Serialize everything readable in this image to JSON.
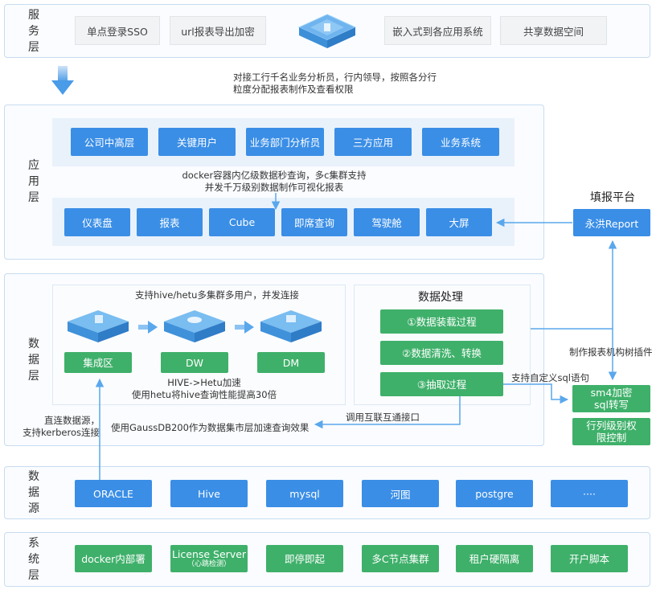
{
  "service_layer": {
    "label": "服务层",
    "items": [
      "单点登录SSO",
      "url报表导出加密",
      "嵌入式到各应用系统",
      "共享数据空间"
    ]
  },
  "note_service": "对接工行千名业务分析员，行内领导，按照各分行粒度分配报表制作及查看权限",
  "app_layer": {
    "label": "应用层",
    "users": [
      "公司中高层",
      "关键用户",
      "业务部门分析员",
      "三方应用",
      "业务系统"
    ],
    "note": "docker容器内亿级数据秒查询，多c集群支持并发千万级别数据制作可视化报表",
    "products": [
      "仪表盘",
      "报表",
      "Cube",
      "即席查询",
      "驾驶舱",
      "大屏"
    ]
  },
  "fill_platform": {
    "title": "填报平台",
    "item": "永洪Report"
  },
  "data_layer": {
    "label": "数据层",
    "multi_cluster_note": "支持hive/hetu多集群多用户，并发连接",
    "zones": [
      "集成区",
      "DW",
      "DM"
    ],
    "hetu_note": "HIVE->Hetu加速\n使用hetu将hive查询性能提高30倍",
    "processing": {
      "title": "数据处理",
      "steps": [
        "①数据装载过程",
        "②数据清洗、转换",
        "③抽取过程"
      ]
    },
    "interface_note": "调用互联互通接口",
    "gaussdb_note": "使用GaussDB200作为数据集市层加速查询效果",
    "direct_note": "直连数据源，\n支持kerberos连接"
  },
  "right_side": {
    "plugin_note": "制作报表机构树插件",
    "sql_note": "支持自定义sql语句",
    "boxes": [
      "sm4加密\nsql转写",
      "行列级别权\n限控制"
    ]
  },
  "source_layer": {
    "label": "数据源",
    "items": [
      "ORACLE",
      "Hive",
      "mysql",
      "河图",
      "postgre",
      "····"
    ]
  },
  "system_layer": {
    "label": "系统层",
    "items": [
      {
        "main": "docker内部署",
        "sub": ""
      },
      {
        "main": "License Server",
        "sub": "（心跳检测）"
      },
      {
        "main": "即停即起",
        "sub": ""
      },
      {
        "main": "多C节点集群",
        "sub": ""
      },
      {
        "main": "租户硬隔离",
        "sub": ""
      },
      {
        "main": "开户脚本",
        "sub": ""
      }
    ]
  }
}
